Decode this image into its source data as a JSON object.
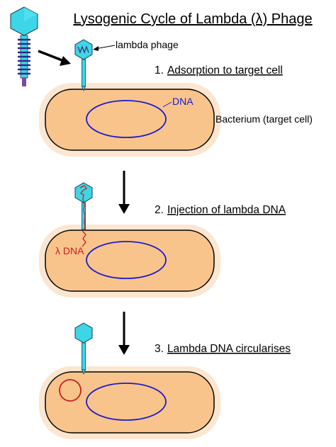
{
  "title": "Lysogenic Cycle of Lambda (λ) Phage",
  "labels": {
    "lambda_phage": "lambda phage",
    "dna": "DNA",
    "bacterium": "Bacterium (target cell)",
    "lambda_dna": "λ DNA"
  },
  "steps": [
    {
      "number": "1.",
      "text": "Adsorption to target cell"
    },
    {
      "number": "2.",
      "text": "Injection of lambda DNA"
    },
    {
      "number": "3.",
      "text": "Lambda DNA circularises"
    }
  ],
  "colors": {
    "cell_halo": "#fce6d0",
    "cell_body": "#f8c48c",
    "cell_outline": "#000000",
    "nucleoid": "#1a1acc",
    "phage": "#3cd6e6",
    "phage_outline": "#1a3a5a",
    "lambda_dna": "#c82020",
    "arrow": "#000000"
  }
}
